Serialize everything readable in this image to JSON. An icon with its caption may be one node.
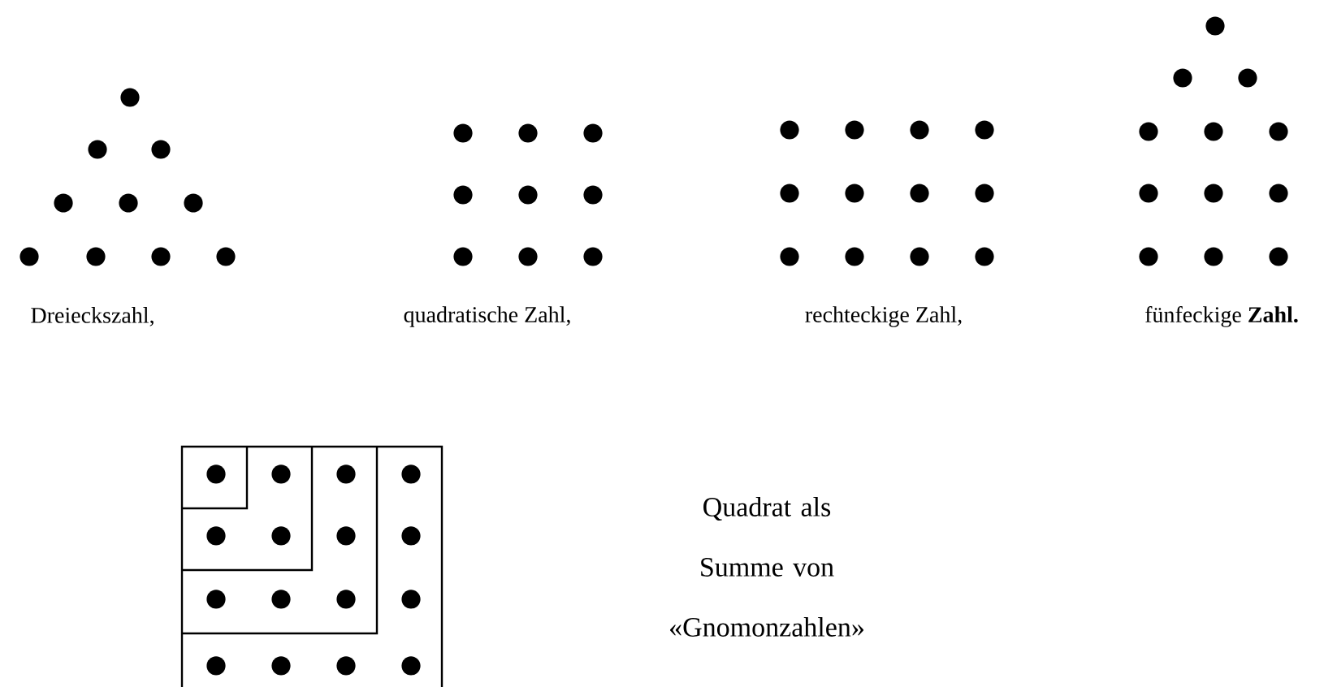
{
  "diagram": {
    "labels": [
      "Dreieckszahl,",
      "quadratische Zahl,",
      "rechteckige Zahl,",
      "fünfeckige **Zahl.**",
      "Quadrat als Summe von «Gnomonzahlen»"
    ]
  }
}
